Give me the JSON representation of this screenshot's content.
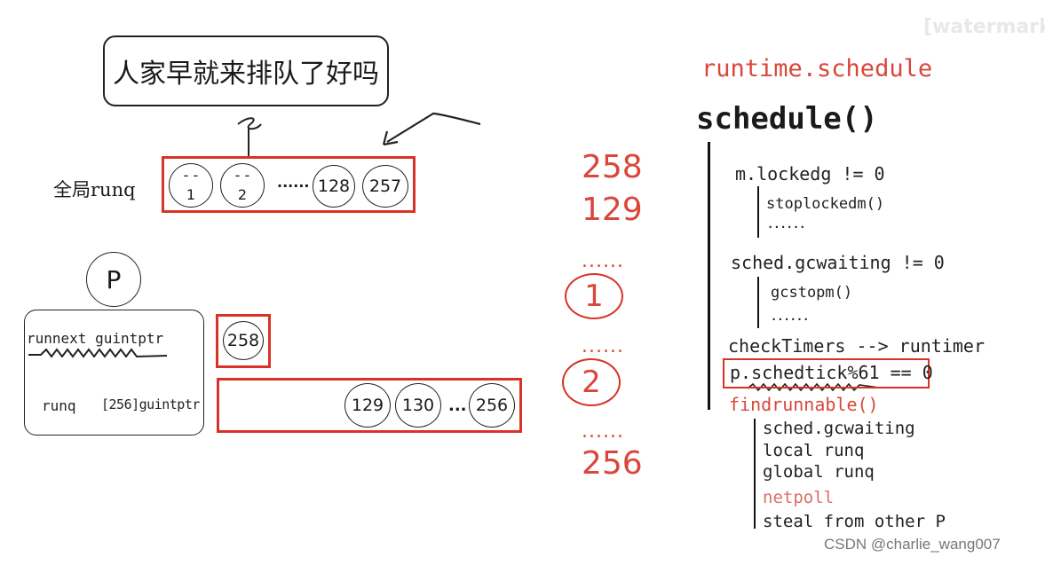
{
  "watermark_top": "[watermark]",
  "speech": "人家早就来排队了好吗",
  "global_runq": {
    "label": "全局runq",
    "items": [
      {
        "face": "- -",
        "num": "1"
      },
      {
        "face": "- -",
        "num": "2"
      }
    ],
    "ellipsis": "......",
    "tail": [
      "128",
      "257"
    ]
  },
  "p": {
    "label": "P",
    "runnext": "runnext  guintptr",
    "runq": "runq",
    "runq_type": "[256]guintptr",
    "runnext_item": "258",
    "runq_items": [
      "129",
      "130",
      "256"
    ],
    "runq_ellipsis": "..."
  },
  "middle": {
    "n258": "258",
    "n129": "129",
    "dots1": "......",
    "circ1": "1",
    "dots2": "......",
    "circ2": "2",
    "dots3": "......",
    "n256": "256"
  },
  "right": {
    "title": "runtime.schedule",
    "func": "schedule()",
    "lines": {
      "lockedg": "m.lockedg != 0",
      "stoplockedm": "stoplockedm()",
      "dots_a": "......",
      "gcwaiting": "sched.gcwaiting != 0",
      "gcstopm": "gcstopm()",
      "dots_b": "......",
      "checktimers": "checkTimers --> runtimer",
      "schedtick": "p.schedtick%61 == 0",
      "findrunnable": "findrunnable()",
      "f1": "sched.gcwaiting",
      "f2": "local runq",
      "f3": "global runq",
      "f4": "netpoll",
      "f5": "steal from other P"
    }
  },
  "footer": "CSDN @charlie_wang007",
  "colors": {
    "red": "#d93226",
    "ink": "#222222"
  }
}
